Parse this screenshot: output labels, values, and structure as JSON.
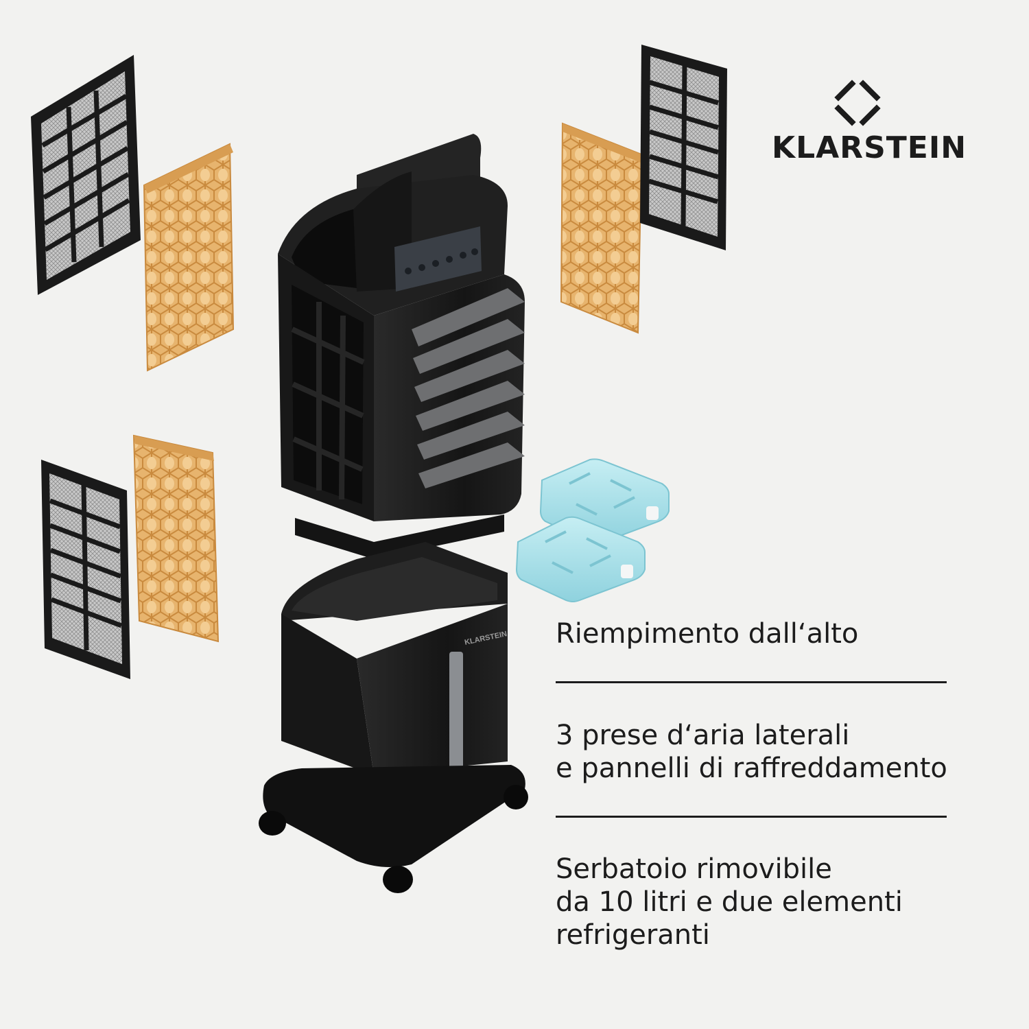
{
  "brand": {
    "name": "KLARSTEIN",
    "logo_icon": "klarstein-diamond-logo-icon",
    "tank_label": "KLARSTEIN"
  },
  "features": [
    {
      "lines": [
        "Riempimento dall‘alto"
      ]
    },
    {
      "lines": [
        "3 prese d‘aria laterali",
        "e pannelli di raffreddamento"
      ]
    },
    {
      "lines": [
        "Serbatoio rimovibile",
        "da 10 litri e due elementi",
        "refrigeranti"
      ]
    }
  ],
  "colors": {
    "background": "#f2f2f0",
    "text": "#1c1c1c",
    "device": "#1a1a1a",
    "cooling_pad": "#e8b872",
    "ice_pack": "#a8dde6"
  }
}
